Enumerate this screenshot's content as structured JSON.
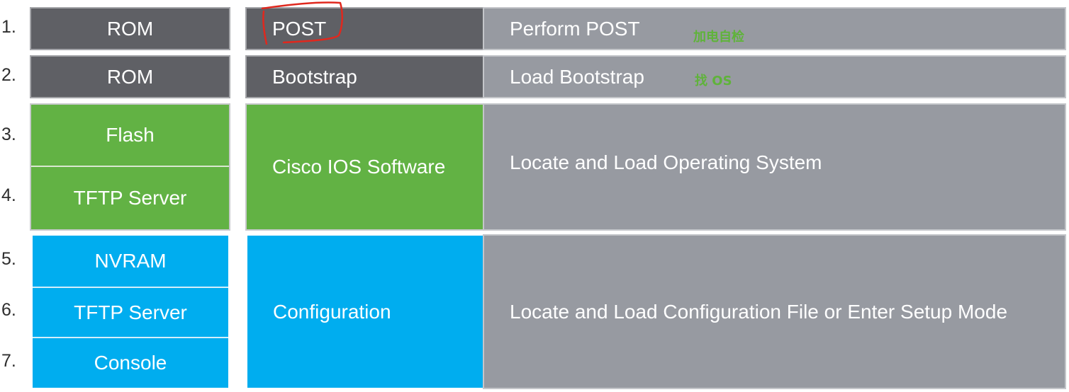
{
  "steps": [
    {
      "num": "1.",
      "source": "ROM",
      "component": "POST",
      "description": "Perform POST",
      "note": "加电自检"
    },
    {
      "num": "2.",
      "source": "ROM",
      "component": "Bootstrap",
      "description": "Load Bootstrap",
      "note": "找 OS"
    },
    {
      "num": "3.",
      "source": "Flash"
    },
    {
      "num": "4.",
      "source": "TFTP Server"
    },
    {
      "num": "5.",
      "source": "NVRAM"
    },
    {
      "num": "6.",
      "source": "TFTP Server"
    },
    {
      "num": "7.",
      "source": "Console"
    }
  ],
  "groups": {
    "ios": {
      "component": "Cisco IOS Software",
      "description": "Locate and Load Operating System"
    },
    "config": {
      "component": "Configuration",
      "description": "Locate and Load Configuration File or Enter Setup Mode"
    }
  },
  "colors": {
    "rom": "#5f6065",
    "ios": "#62b244",
    "config": "#00adef",
    "description": "#979aa1",
    "annotation_ink": "#e0281e",
    "note_text": "#5fb33a"
  }
}
